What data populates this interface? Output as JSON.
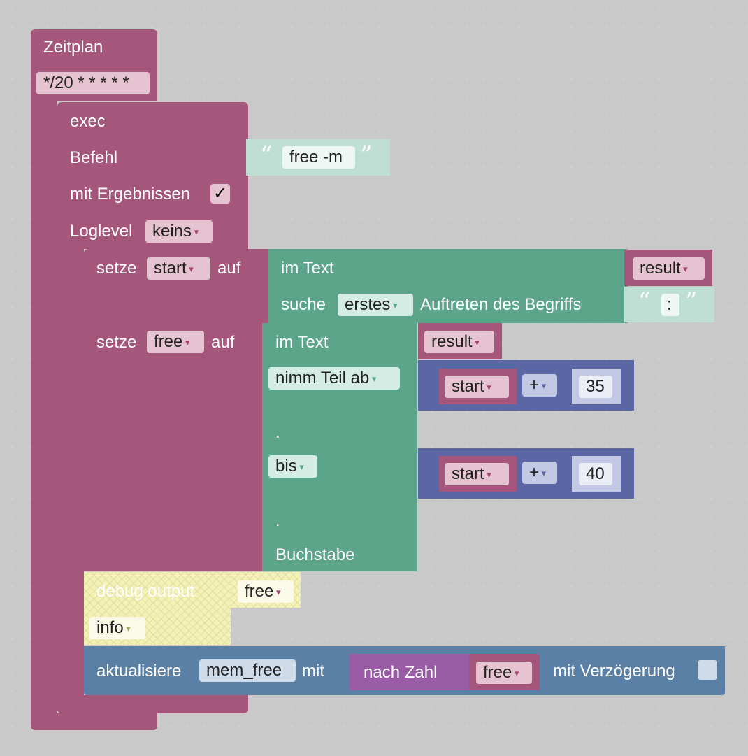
{
  "schedule": {
    "title": "Zeitplan",
    "cron": "*/20 * * * * *"
  },
  "exec": {
    "title": "exec",
    "command_label": "Befehl",
    "command_value": "free -m",
    "with_results_label": "mit Ergebnissen",
    "with_results_check": "✓",
    "loglevel_label": "Loglevel",
    "loglevel_value": "keins"
  },
  "set_start": {
    "set_label": "setze",
    "var": "start",
    "to_label": "auf",
    "in_text_label": "im Text",
    "source_var": "result",
    "find_label": "suche",
    "find_mode": "erstes",
    "occurrence_label": "Auftreten des Begriffs",
    "search_term": ":"
  },
  "set_free": {
    "set_label": "setze",
    "var": "free",
    "to_label": "auf",
    "in_text_label": "im Text",
    "source_var": "result",
    "substring_label": "nimm Teil ab",
    "dot1": ".",
    "to_mode": "bis",
    "dot2": ".",
    "char_label": "Buchstabe",
    "from_expr": {
      "var": "start",
      "op": "+",
      "num": "35"
    },
    "to_expr": {
      "var": "start",
      "op": "+",
      "num": "40"
    }
  },
  "debug": {
    "label": "debug output",
    "var": "free",
    "level": "info"
  },
  "update": {
    "label": "aktualisiere",
    "state": "mem_free",
    "with_label": "mit",
    "convert_label": "nach Zahl",
    "var": "free",
    "delay_label": "mit Verzögerung"
  },
  "colors": {
    "event": "#a5577b",
    "text": "#5ca58a",
    "math": "#5b67a5",
    "state": "#5b80a5",
    "convert": "#9a5ca6",
    "debug": "#f4f1b7"
  }
}
